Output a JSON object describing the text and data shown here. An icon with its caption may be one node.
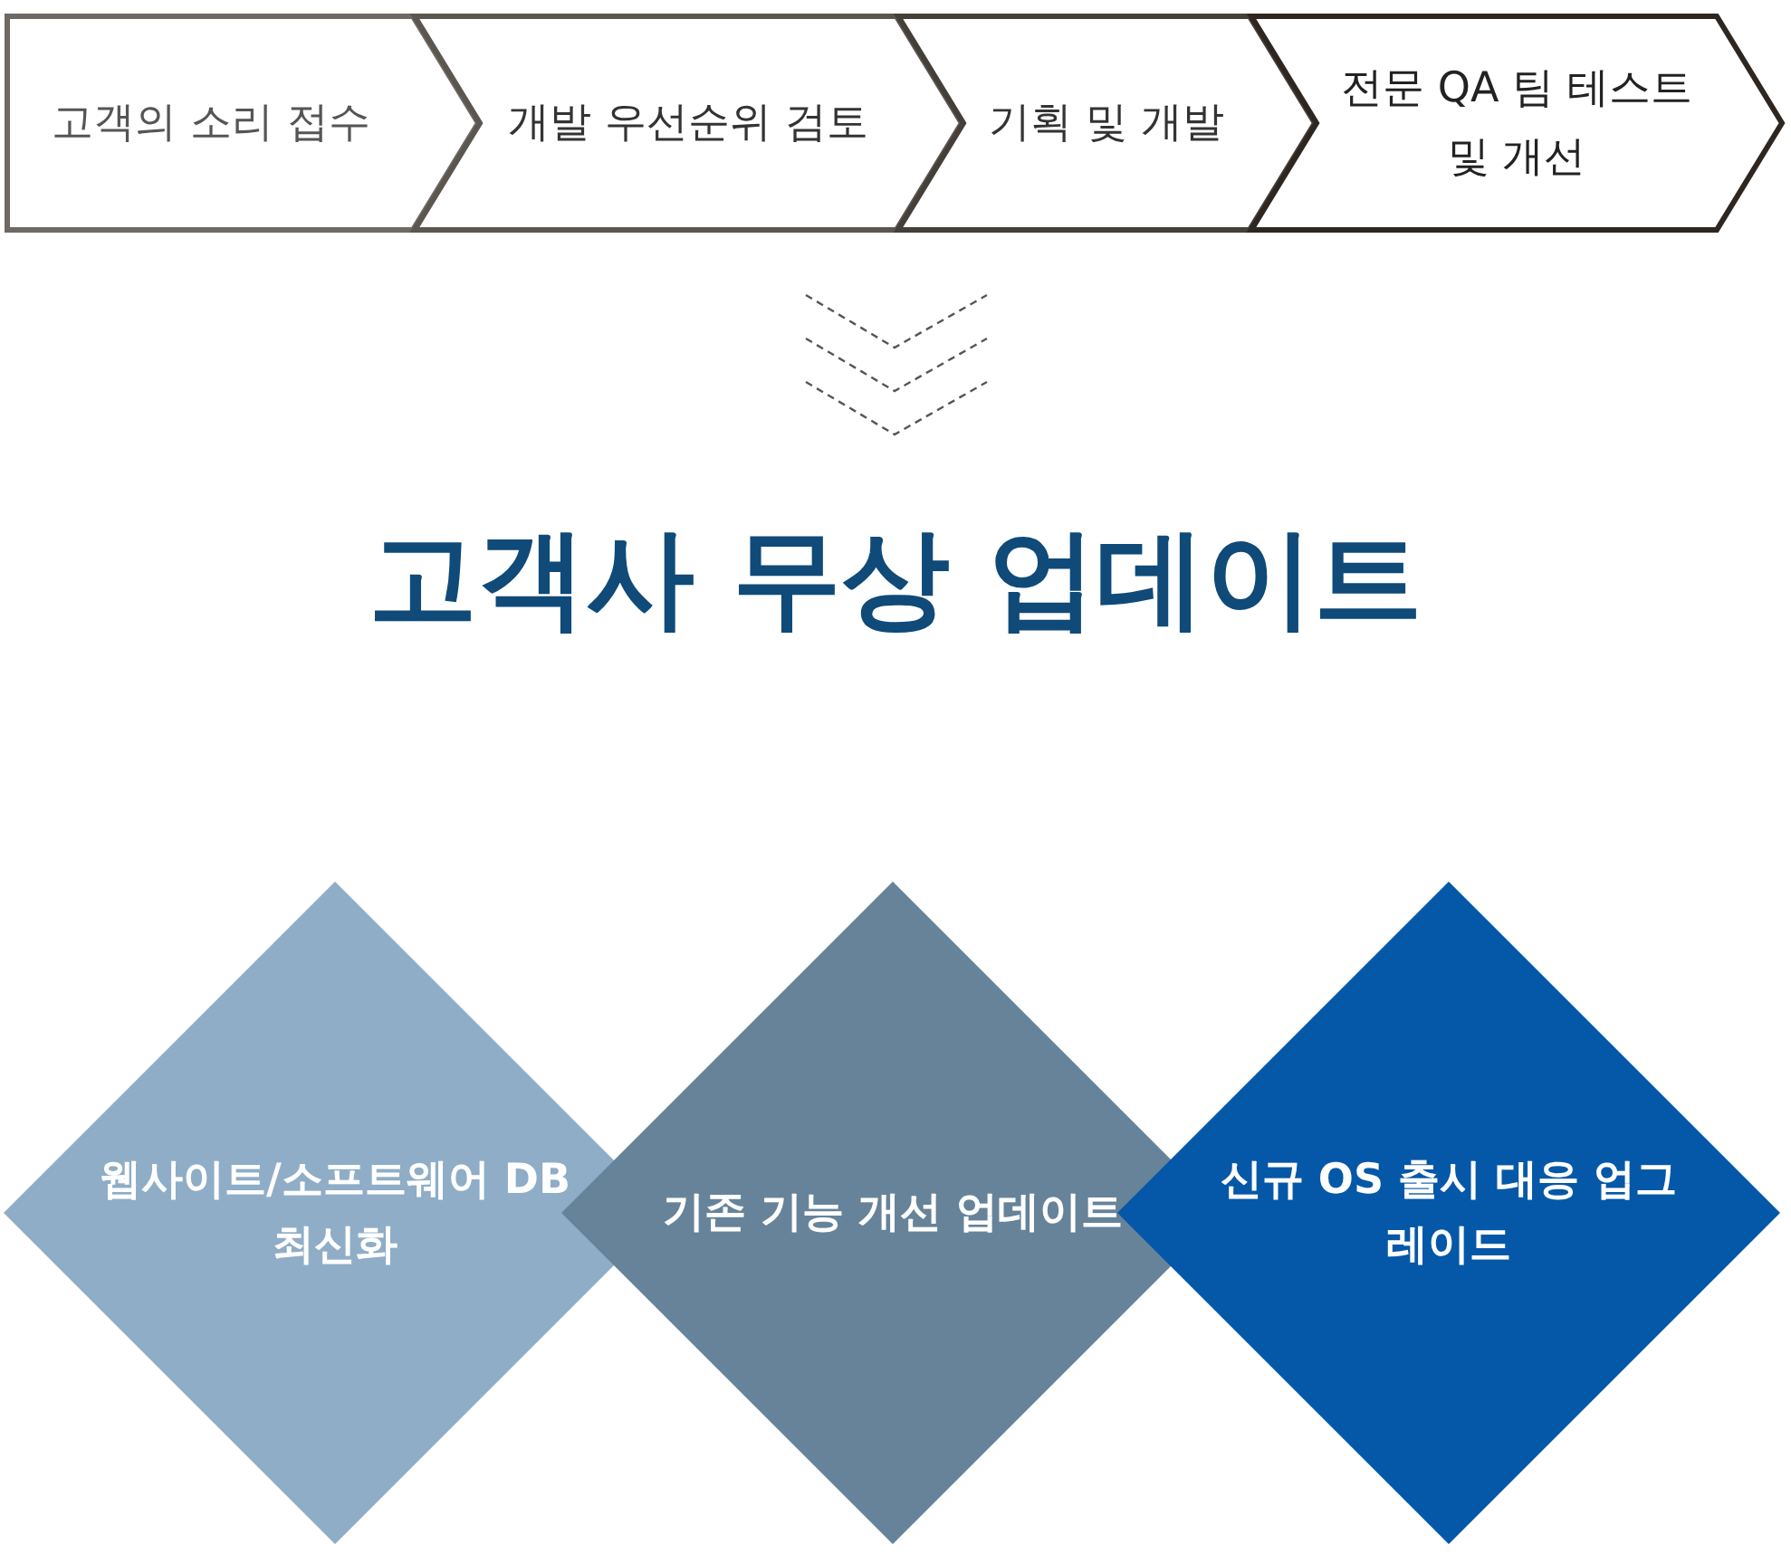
{
  "diagram": {
    "title": "고객사 무상 업데이트",
    "nodes": [
      {
        "text": [
          "고객의 소리 접수"
        ]
      },
      {
        "text": [
          "개발 우선순위 검토"
        ]
      },
      {
        "text": [
          "기획 및 개발"
        ]
      },
      {
        "text": [
          "전문 QA 팀 테스트 및 개선"
        ]
      },
      {
        "text": [
          "웹사이트/소프트웨어 DB 최신화"
        ]
      },
      {
        "text": [
          "기존 기능 개선 업데이트"
        ]
      },
      {
        "text": [
          "신규 OS 출시 대응 업그레이드"
        ]
      }
    ]
  }
}
